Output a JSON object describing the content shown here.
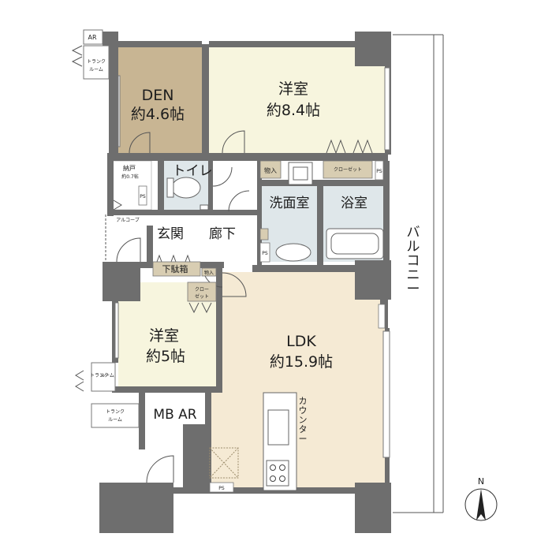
{
  "rooms": {
    "den": {
      "name": "DEN",
      "size": "約4.6帖"
    },
    "western1": {
      "name": "洋室",
      "size": "約8.4帖"
    },
    "western2": {
      "name": "洋室",
      "size": "約5帖"
    },
    "ldk": {
      "name": "LDK",
      "size": "約15.9帖"
    },
    "toilet": "トイレ",
    "washroom": "洗面室",
    "bath": "浴室",
    "entrance": "玄関",
    "hallway": "廊下",
    "mbar": "MB AR"
  },
  "labels": {
    "ar": "AR",
    "trunk_room": "トランク\nルーム",
    "nando": "納戸",
    "nando_size": "約0.7帖",
    "storage": "物入",
    "closet": "クローゼット",
    "closet_v": "クロー\nゼット",
    "alcove": "アルコーブ",
    "shoe_box": "下駄箱",
    "ps": "PS",
    "counter": "カウンター",
    "balcony": "バルコニー",
    "north": "N",
    "counter_v": "カウンター"
  },
  "colors": {
    "wall": "#6e6e6e",
    "den_floor": "#c8b593",
    "room_floor": "#f7f5de",
    "ldk_floor": "#f5ead4",
    "wet_floor": "#dfe7ea",
    "storage_fill": "#d8cdb2"
  }
}
